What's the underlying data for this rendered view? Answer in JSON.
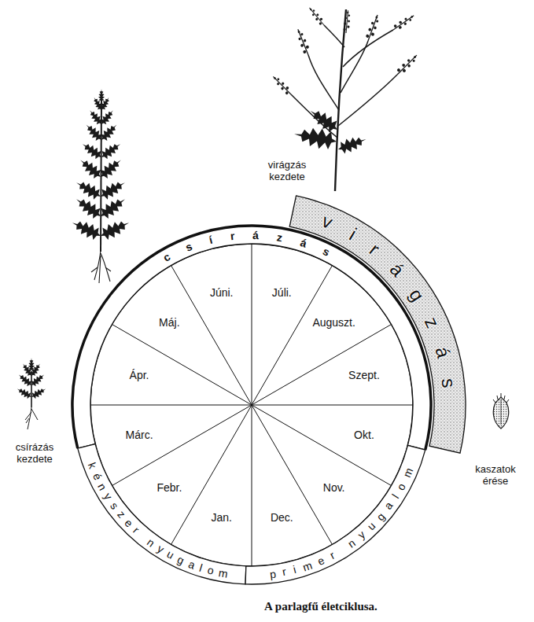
{
  "diagram": {
    "caption": "A parlagfű életciklusa.",
    "nodes": [
      {
        "text": [
          "csírázás"
        ]
      },
      {
        "text": [
          "virágzás"
        ]
      },
      {
        "text": [
          "kényszer nyugalom"
        ]
      },
      {
        "text": [
          "primer nyugalom"
        ]
      }
    ],
    "labels": [
      "virágzás kezdete",
      "Júni.",
      "Júli.",
      "Máj.",
      "Auguszt.",
      "Ápr.",
      "Szept.",
      "csírázás kezdete",
      "Márc.",
      "Okt.",
      "kaszatok érése",
      "Febr.",
      "Nov.",
      "Jan.",
      "Dec."
    ]
  }
}
